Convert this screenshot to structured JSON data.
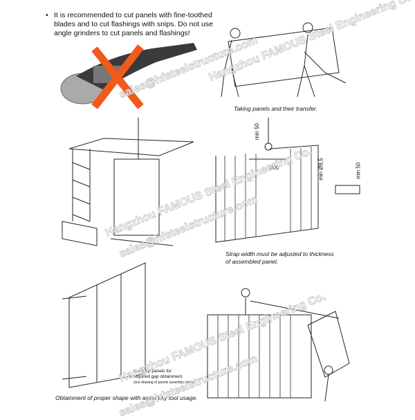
{
  "instruction": {
    "bullet": "•",
    "text": "It is recommended to cut panels with fine-toothed blades and to cut flashings with snips. Do not use angle grinders to cut panels and flashings!"
  },
  "captions": {
    "transfer": "Taking panels and their transfer.",
    "strap": "Strap width must be adjusted to thickness of assembled panel.",
    "shape": "Obtainment of proper shape with assembly tool usage.",
    "clamp_line1": "to clamp panels for",
    "clamp_line2": "required gap obtainment",
    "clamp_note": "(see drawing of panels assembly joints)"
  },
  "dimensions": {
    "min50_top": "min 50",
    "width800": "800",
    "diameter": "min Ø8,5",
    "min50_side": "min 50"
  },
  "watermarks": {
    "company": "Hangzhou FAMOUS Steel Engineering Co.",
    "email": "sales@hfsteelstructure.com"
  },
  "colors": {
    "cross": "#f05a1a",
    "grinder_body": "#3a3a3a"
  }
}
